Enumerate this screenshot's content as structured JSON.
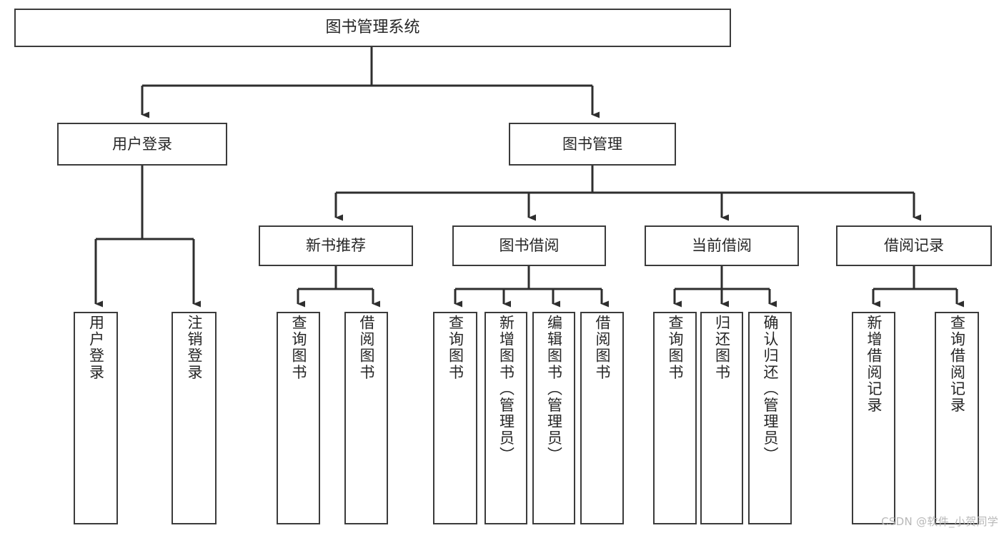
{
  "diagram": {
    "title": "图书管理系统",
    "type": "tree-hierarchy-chart",
    "stroke_color": "#3b3b3b",
    "text_color": "#262626",
    "background": "#ffffff",
    "root": {
      "id": "root",
      "label": "图书管理系统"
    },
    "level1": [
      {
        "id": "user-login",
        "label": "用户登录"
      },
      {
        "id": "book-management",
        "label": "图书管理"
      }
    ],
    "level2": [
      {
        "id": "new-book-recommend",
        "label": "新书推荐",
        "parent": "book-management"
      },
      {
        "id": "book-borrow",
        "label": "图书借阅",
        "parent": "book-management"
      },
      {
        "id": "current-borrow",
        "label": "当前借阅",
        "parent": "book-management"
      },
      {
        "id": "borrow-record",
        "label": "借阅记录",
        "parent": "book-management"
      }
    ],
    "leaves": {
      "user-login": [
        {
          "id": "leaf-user-login",
          "label": "用户登录"
        },
        {
          "id": "leaf-user-logout",
          "label": "注销登录"
        }
      ],
      "new-book-recommend": [
        {
          "id": "leaf-query-book-1",
          "label": "查询图书"
        },
        {
          "id": "leaf-borrow-book-1",
          "label": "借阅图书"
        }
      ],
      "book-borrow": [
        {
          "id": "leaf-query-book-2",
          "label": "查询图书"
        },
        {
          "id": "leaf-add-book",
          "label": "新增图书（管理员）"
        },
        {
          "id": "leaf-edit-book",
          "label": "编辑图书（管理员）"
        },
        {
          "id": "leaf-borrow-book-2",
          "label": "借阅图书"
        }
      ],
      "current-borrow": [
        {
          "id": "leaf-query-book-3",
          "label": "查询图书"
        },
        {
          "id": "leaf-return-book",
          "label": "归还图书"
        },
        {
          "id": "leaf-confirm-return",
          "label": "确认归还（管理员）"
        }
      ],
      "borrow-record": [
        {
          "id": "leaf-add-record",
          "label": "新增借阅记录"
        },
        {
          "id": "leaf-query-record",
          "label": "查询借阅记录"
        }
      ]
    }
  },
  "watermark": {
    "text": "CSDN @软件_小贺同学"
  }
}
